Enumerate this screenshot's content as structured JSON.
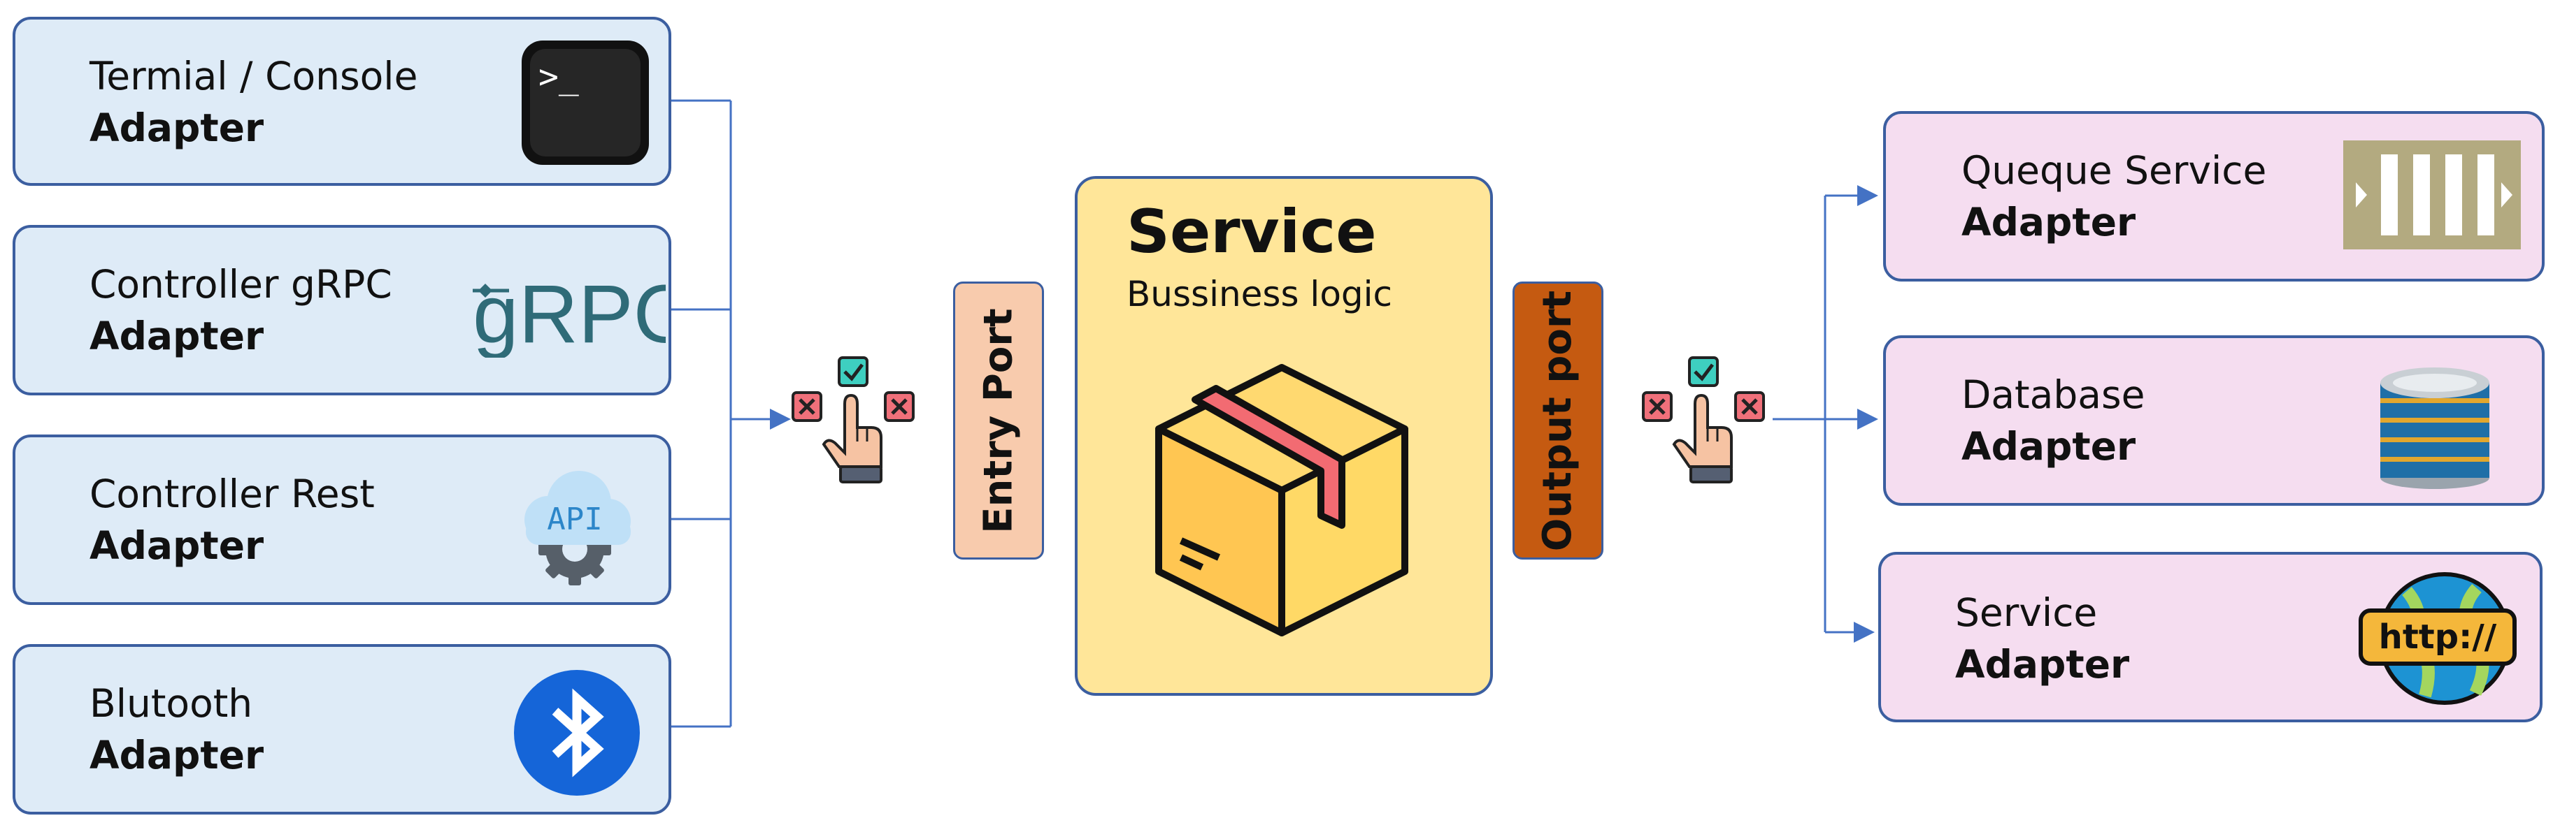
{
  "inputs": [
    {
      "line1": "Termial / Console",
      "line2": "Adapter",
      "icon": "terminal-icon"
    },
    {
      "line1": "Controller gRPC",
      "line2": "Adapter",
      "icon": "grpc-logo-icon"
    },
    {
      "line1": "Controller Rest",
      "line2": "Adapter",
      "icon": "api-cloud-gear-icon"
    },
    {
      "line1": "Blutooth",
      "line2": "Adapter",
      "icon": "bluetooth-icon"
    }
  ],
  "outputs": [
    {
      "line1": "Queque Service",
      "line2": "Adapter",
      "icon": "queue-icon"
    },
    {
      "line1": "Database",
      "line2": "Adapter",
      "icon": "database-icon"
    },
    {
      "line1": "Service",
      "line2": "Adapter",
      "icon": "http-globe-icon"
    }
  ],
  "icons": {
    "terminal_prompt": ">_",
    "grpc_text": "gRPC",
    "api_text": "API",
    "http_text": "http://"
  },
  "entry_port": "Entry Port",
  "output_port": "Output port",
  "service": {
    "title": "Service",
    "subtitle": "Bussiness logic",
    "icon": "box-package-icon"
  },
  "selectors": [
    "choice-hand-icon",
    "choice-hand-icon"
  ],
  "colors": {
    "input_fill": "#deebf7",
    "output_fill": "#f5ddf0",
    "border": "#3b5ea0",
    "connector": "#4472c4",
    "entry_port_fill": "#f8cbad",
    "output_port_fill": "#c55a11",
    "service_fill": "#ffe699"
  }
}
